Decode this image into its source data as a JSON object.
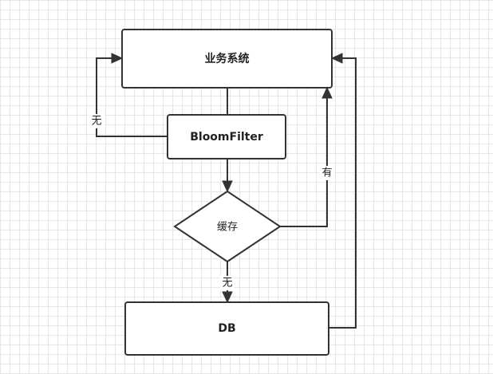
{
  "nodes": {
    "business_system": "业务系统",
    "bloom_filter": "BloomFilter",
    "cache": "缓存",
    "db": "DB"
  },
  "edges": {
    "bloom_to_system_label": "无",
    "cache_to_system_label": "有",
    "cache_to_db_label": "无"
  }
}
